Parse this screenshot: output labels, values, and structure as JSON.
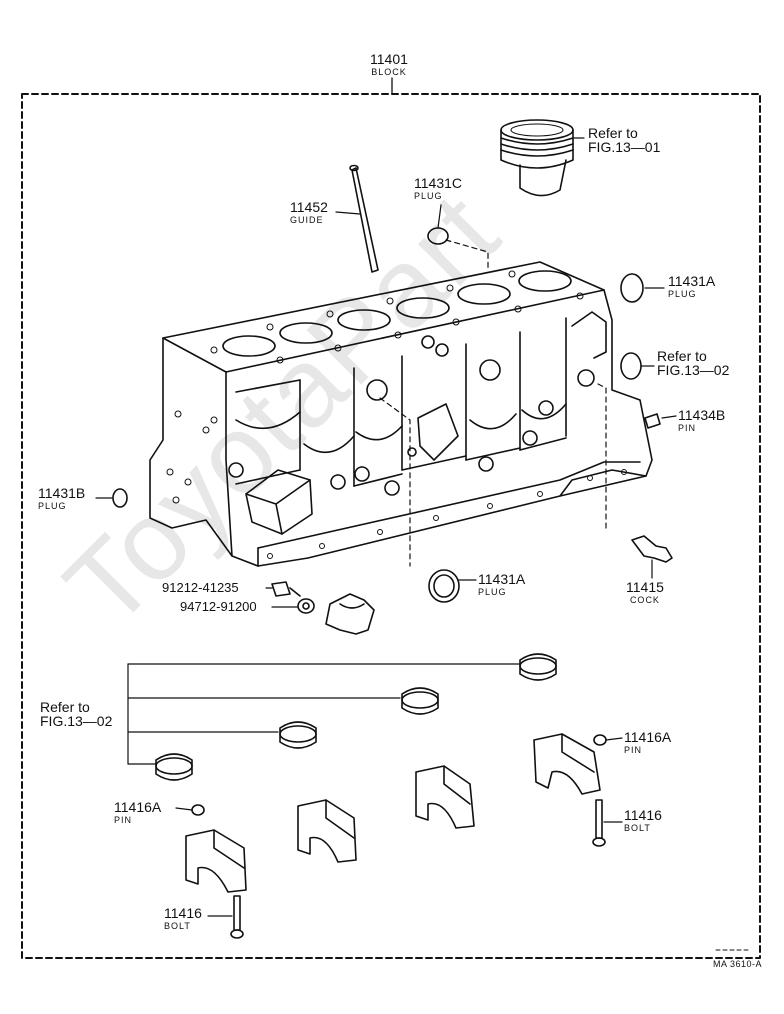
{
  "watermark": "ToyotaPart",
  "figure_code": "MA 3610-A",
  "labels": {
    "block": {
      "num": "11401",
      "sub": "BLOCK"
    },
    "piston_ref": {
      "line1": "Refer to",
      "line2": "FIG.13—01"
    },
    "plug_c": {
      "num": "11431C",
      "sub": "PLUG"
    },
    "guide": {
      "num": "11452",
      "sub": "GUIDE"
    },
    "plug_a_top": {
      "num": "11431A",
      "sub": "PLUG"
    },
    "ref_1302_top": {
      "line1": "Refer to",
      "line2": "FIG.13—02"
    },
    "pin_b": {
      "num": "11434B",
      "sub": "PIN"
    },
    "plug_b": {
      "num": "11431B",
      "sub": "PLUG"
    },
    "bolt_code": {
      "num": "91212-41235"
    },
    "nut_code": {
      "num": "94712-91200"
    },
    "plug_a_mid": {
      "num": "11431A",
      "sub": "PLUG"
    },
    "cock": {
      "num": "11415",
      "sub": "COCK"
    },
    "ref_1302_left": {
      "line1": "Refer to",
      "line2": "FIG.13—02"
    },
    "pin_a_right": {
      "num": "11416A",
      "sub": "PIN"
    },
    "pin_a_left": {
      "num": "11416A",
      "sub": "PIN"
    },
    "bolt_right": {
      "num": "11416",
      "sub": "BOLT"
    },
    "bolt_left": {
      "num": "11416",
      "sub": "BOLT"
    }
  }
}
